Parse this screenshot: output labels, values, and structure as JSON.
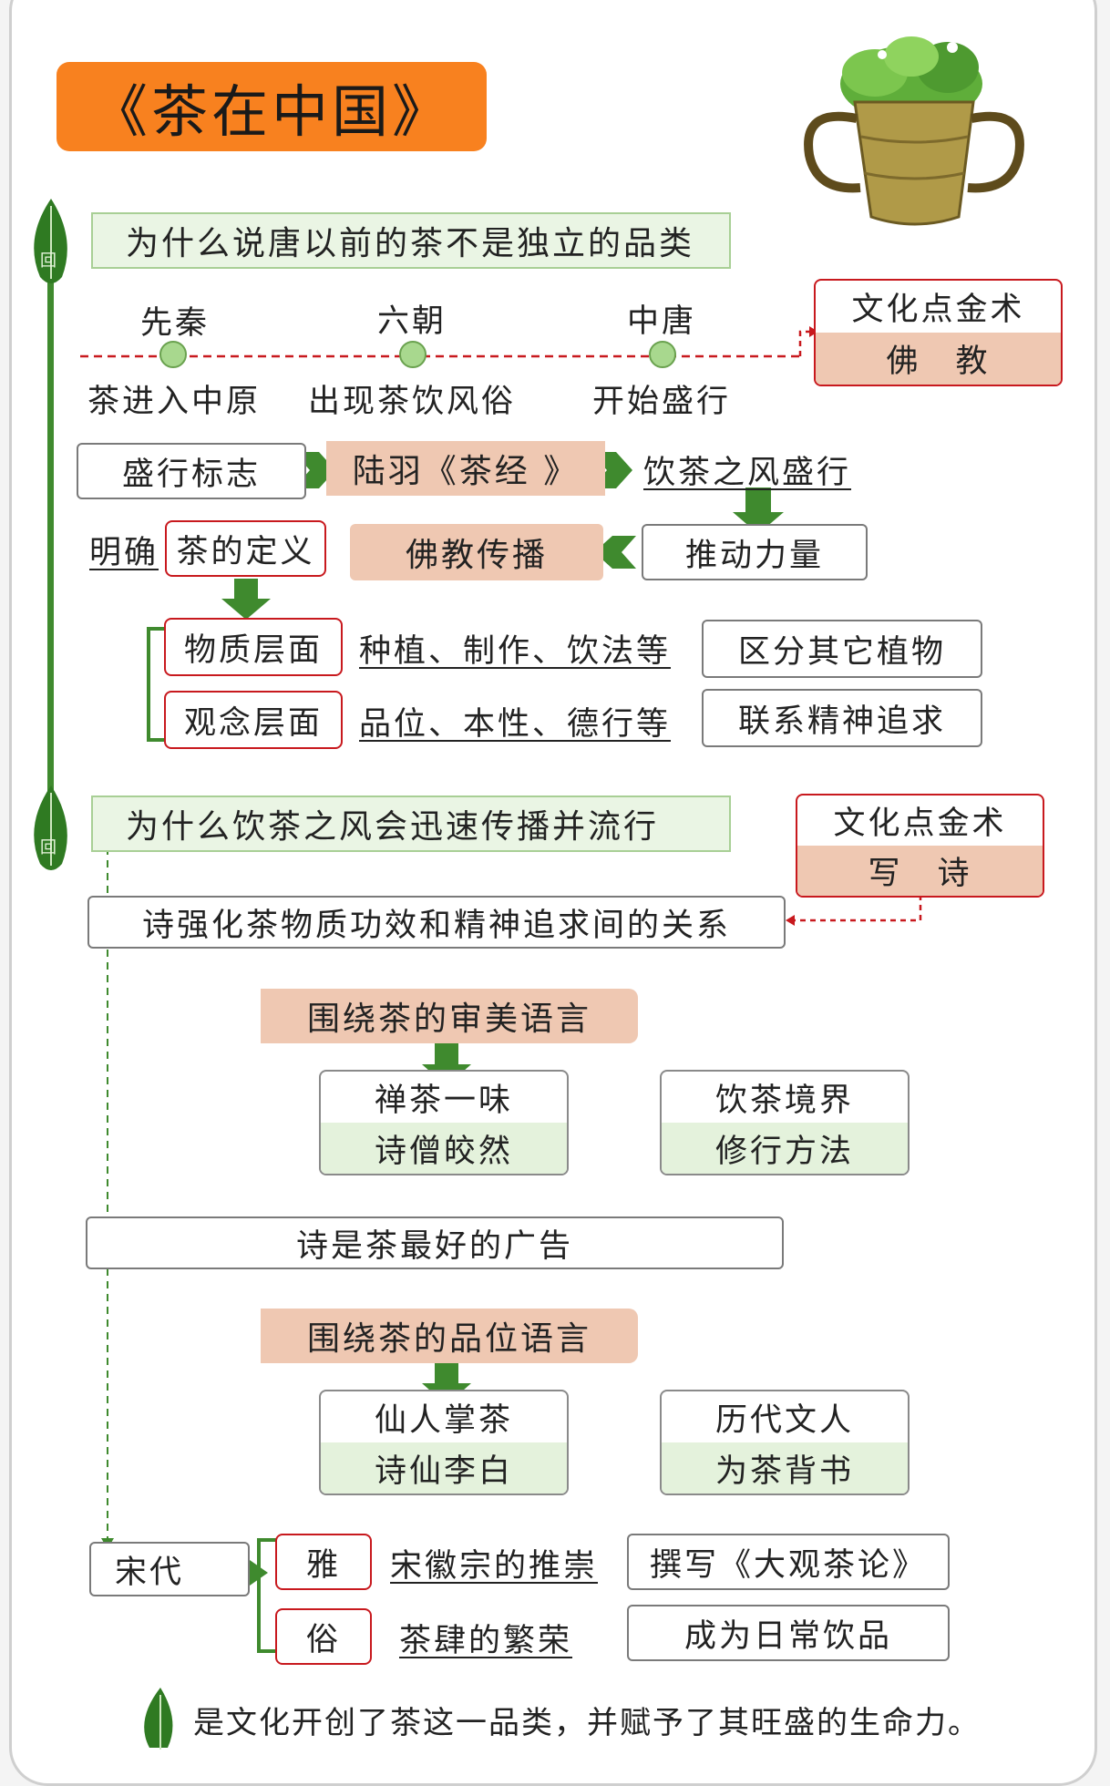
{
  "title": "《茶在中国》",
  "section1": {
    "question": "为什么说唐以前的茶不是独立的品类",
    "timeline": [
      {
        "period": "先秦",
        "event": "茶进入中原"
      },
      {
        "period": "六朝",
        "event": "出现茶饮风俗"
      },
      {
        "period": "中唐",
        "event": "开始盛行"
      }
    ],
    "culture": {
      "top": "文化点金术",
      "bottom": "佛　教"
    },
    "row1": {
      "sign": "盛行标志",
      "book": "陆羽《茶经 》",
      "trend": "饮茶之风盛行"
    },
    "row2": {
      "clear_label": "明确",
      "definition": "茶的定义",
      "buddhism": "佛教传播",
      "force": "推动力量"
    },
    "levels": [
      {
        "level": "物质层面",
        "detail": "种植、制作、饮法等",
        "result": "区分其它植物"
      },
      {
        "level": "观念层面",
        "detail": "品位、本性、德行等",
        "result": "联系精神追求"
      }
    ]
  },
  "section2": {
    "question": "为什么饮茶之风会迅速传播并流行",
    "culture": {
      "top": "文化点金术",
      "bottom": "写　诗"
    },
    "poem_relation": "诗强化茶物质功效和精神追求间的关系",
    "aesthetic": {
      "header": "围绕茶的审美语言",
      "left": [
        "禅茶一味",
        "诗僧皎然"
      ],
      "right": [
        "饮茶境界",
        "修行方法"
      ]
    },
    "ad": "诗是茶最好的广告",
    "grade": {
      "header": "围绕茶的品位语言",
      "left": [
        "仙人掌茶",
        "诗仙李白"
      ],
      "right": [
        "历代文人",
        "为茶背书"
      ]
    },
    "song": {
      "label": "宋代",
      "items": [
        {
          "tag": "雅",
          "detail": "宋徽宗的推崇",
          "result": "撰写《大观茶论》"
        },
        {
          "tag": "俗",
          "detail": "茶肆的繁荣",
          "result": "成为日常饮品"
        }
      ]
    }
  },
  "conclusion": "是文化开创了茶这一品类，并赋予了其旺盛的生命力。",
  "colors": {
    "orange": "#f8811f",
    "green": "#3f8a2e",
    "salmon": "#efc8b2",
    "red": "#c8191e",
    "light_green": "#eaf5e4"
  }
}
